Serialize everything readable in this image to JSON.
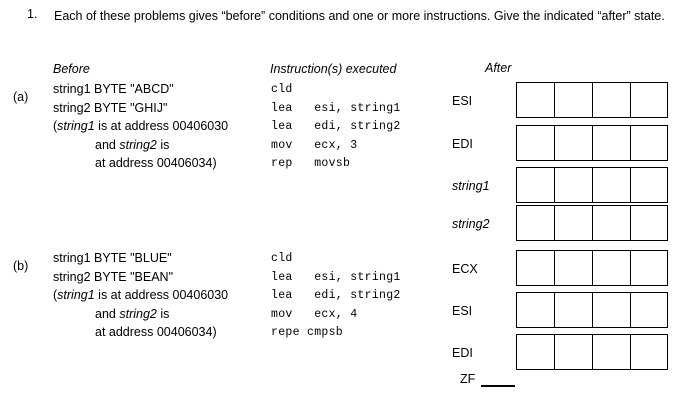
{
  "question": {
    "number": "1.",
    "prompt": "Each of these problems gives “before” conditions and one or more instructions.  Give the indicated “after” state."
  },
  "columns": {
    "before": "Before",
    "instructions": "Instruction(s) executed",
    "after": "After"
  },
  "parts": [
    {
      "letter": "(a)",
      "before": {
        "line1": "string1 BYTE \"ABCD\"",
        "line2": "string2 BYTE \"GHIJ\"",
        "note_open": "(",
        "note_str1": "string1",
        "note_line1_rest": " is at address 00406030",
        "note_line2_and": "and ",
        "note_str2": "string2",
        "note_line2_rest": " is",
        "note_line3": "at address 00406034)"
      },
      "instructions": "cld\nlea   esi, string1\nlea   edi, string2\nmov   ecx, 3\nrep   movsb",
      "after_rows": [
        {
          "label": "ESI",
          "italic": false,
          "cells": [
            "",
            "",
            "",
            ""
          ]
        },
        {
          "label": "EDI",
          "italic": false,
          "cells": [
            "",
            "",
            "",
            ""
          ]
        },
        {
          "label": "string1",
          "italic": true,
          "cells": [
            "",
            "",
            "",
            ""
          ]
        },
        {
          "label": "string2",
          "italic": true,
          "cells": [
            "",
            "",
            "",
            ""
          ]
        }
      ]
    },
    {
      "letter": "(b)",
      "before": {
        "line1": "string1 BYTE \"BLUE\"",
        "line2": "string2 BYTE \"BEAN\"",
        "note_open": "(",
        "note_str1": "string1",
        "note_line1_rest": " is at address 00406030",
        "note_line2_and": "and ",
        "note_str2": "string2",
        "note_line2_rest": " is",
        "note_line3": "at address 00406034)"
      },
      "instructions": "cld\nlea   esi, string1\nlea   edi, string2\nmov   ecx, 4\nrepe cmpsb",
      "after_rows": [
        {
          "label": "ECX",
          "italic": false,
          "cells": [
            "",
            "",
            "",
            ""
          ]
        },
        {
          "label": "ESI",
          "italic": false,
          "cells": [
            "",
            "",
            "",
            ""
          ]
        },
        {
          "label": "EDI",
          "italic": false,
          "cells": [
            "",
            "",
            "",
            ""
          ]
        }
      ],
      "flag": {
        "label": "ZF",
        "value": ""
      }
    }
  ]
}
